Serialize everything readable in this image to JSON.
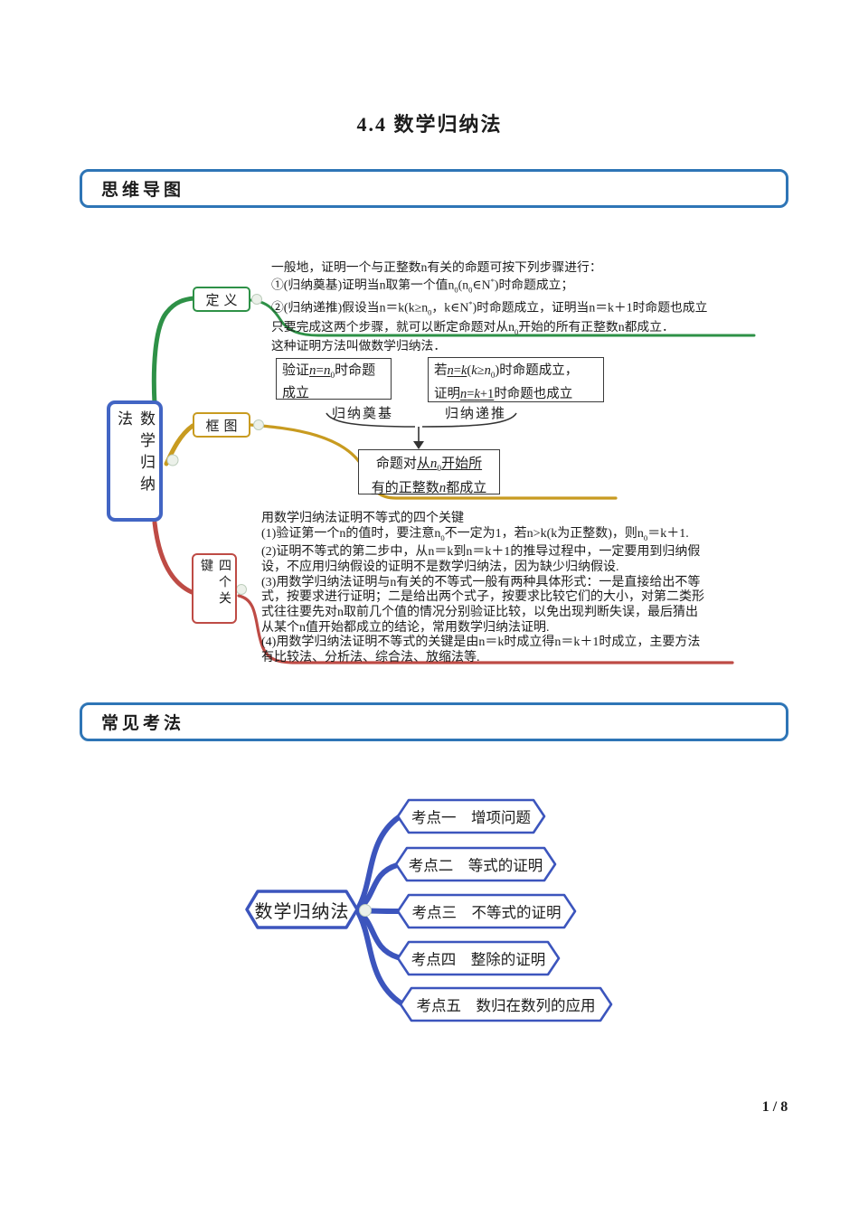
{
  "page": {
    "title": "4.4 数学归纳法",
    "page_number": "1 / 8"
  },
  "sections": {
    "mind_map": "思维导图",
    "common_methods": "常见考法"
  },
  "colors": {
    "section_border_blue": "#2E75B6",
    "root_border_blue": "#4265C4",
    "definition_green": "#2E9147",
    "flowchart_gold": "#C89B20",
    "four_keys_red": "#BE4B45",
    "exam_map_blue": "#3C55BD",
    "flowchart_box_border": "#3a3a3a"
  },
  "mindmap1": {
    "root": "数学归纳法",
    "definition": {
      "label": "定义",
      "lines": [
        "一般地，证明一个与正整数n有关的命题可按下列步骤进行：",
        "①(归纳奠基)证明当n取第一个值n<sub>0</sub>(n<sub>0</sub>∈N<sup>*</sup>)时命题成立；",
        "②(归纳递推)假设当n＝k(k≥n<sub>0</sub>，k∈N<sup>*</sup>)时命题成立，证明当n＝k＋1时命题也成立",
        "只要完成这两个步骤，就可以断定命题对从n<sub>0</sub>开始的所有正整数n都成立．",
        "这种证明方法叫做数学归纳法．"
      ]
    },
    "flowchart": {
      "label": "框图",
      "verify_box": {
        "line1": "验证<u><i>n</i>=<i>n</i><sub>0</sub></u>时命题",
        "line2": "成立"
      },
      "assume_box": {
        "line1": "若<u><i>n</i>=<i>k</i></u>(<i>k</i>≥<i>n</i><sub>0</sub>)时命题成立，",
        "line2": "证明<u><i>n</i>=<i>k</i>+1</u>时命题也成立"
      },
      "base_label": "归纳奠基",
      "recursion_label": "归纳递推",
      "conclusion_box": {
        "line1": "命题对<u>从<i>n</i><sub>0</sub>开始所</u>",
        "line2": "<u>有的正整数<i>n</i></u>都成立"
      }
    },
    "four_keys": {
      "label": "四个关键",
      "lines": [
        "用数学归纳法证明不等式的四个关键",
        "(1)验证第一个n的值时，要注意n<sub>0</sub>不一定为1，若n>k(k为正整数)，则n<sub>0</sub>＝k＋1.",
        "(2)证明不等式的第二步中，从n＝k到n＝k＋1的推导过程中，一定要用到归纳假",
        "设，不应用归纳假设的证明不是数学归纳法，因为缺少归纳假设.",
        "(3)用数学归纳法证明与n有关的不等式一般有两种具体形式：一是直接给出不等",
        "式，按要求进行证明；二是给出两个式子，按要求比较它们的大小，对第二类形",
        "式往往要先对n取前几个值的情况分别验证比较，以免出现判断失误，最后猜出",
        "从某个n值开始都成立的结论，常用数学归纳法证明.",
        "(4)用数学归纳法证明不等式的关键是由n＝k时成立得n＝k＋1时成立，主要方法",
        "有比较法、分析法、综合法、放缩法等."
      ]
    }
  },
  "mindmap2": {
    "root": "数学归纳法",
    "topics": [
      "考点一　增项问题",
      "考点二　等式的证明",
      "考点三　不等式的证明",
      "考点四　整除的证明",
      "考点五　数归在数列的应用"
    ]
  }
}
